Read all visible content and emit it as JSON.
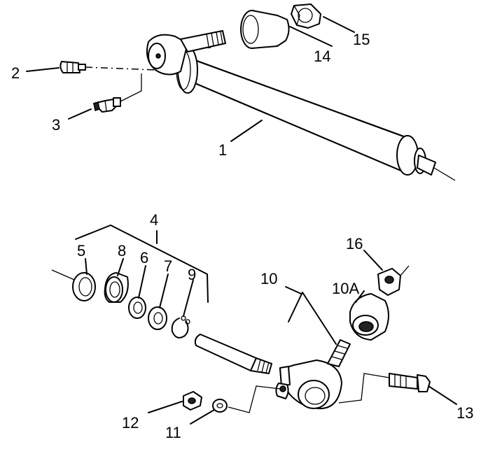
{
  "callouts": {
    "c1": "1",
    "c2": "2",
    "c3": "3",
    "c4": "4",
    "c5": "5",
    "c6": "6",
    "c7": "7",
    "c8": "8",
    "c9": "9",
    "c10": "10",
    "c10a": "10A",
    "c11": "11",
    "c12": "12",
    "c13": "13",
    "c14": "14",
    "c15": "15",
    "c16": "16"
  }
}
